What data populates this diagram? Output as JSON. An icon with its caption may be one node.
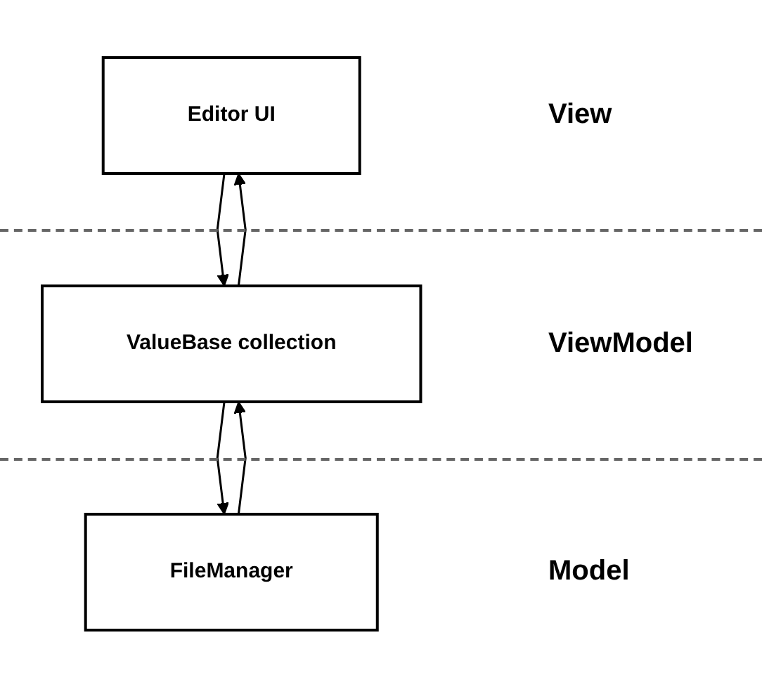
{
  "diagram": {
    "nodes": [
      {
        "text": [
          "Editor UI"
        ]
      },
      {
        "text": [
          "ValueBase collection"
        ]
      },
      {
        "text": [
          "FileManager"
        ]
      }
    ],
    "edges": [
      {
        "from": 0,
        "to": 1,
        "arrow": "to"
      },
      {
        "from": 1,
        "to": 0,
        "arrow": "to"
      },
      {
        "from": 1,
        "to": 2,
        "arrow": "to"
      },
      {
        "from": 2,
        "to": 1,
        "arrow": "to"
      }
    ],
    "labels": [
      "View",
      "ViewModel",
      "Model"
    ]
  }
}
